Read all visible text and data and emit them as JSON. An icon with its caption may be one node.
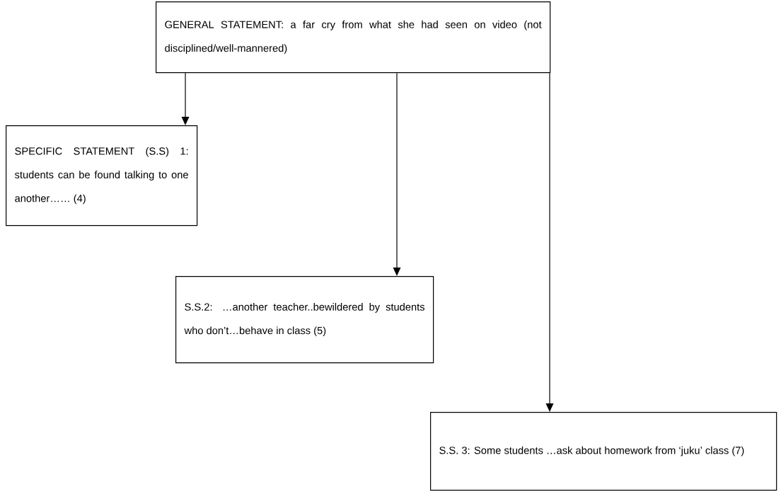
{
  "diagram": {
    "nodes": [
      {
        "text": [
          "GENERAL STATEMENT: a far cry from what she had seen on video (not disciplined/well-mannered)"
        ]
      },
      {
        "text": [
          "SPECIFIC STATEMENT (S.S) 1: students can be found talking to one another…… (4)"
        ]
      },
      {
        "text": [
          "S.S.2: …another teacher..bewildered by students who don’t…behave in class (5)"
        ]
      },
      {
        "text": [
          "S.S. 3: Some students …ask about homework from ‘juku’ class (7)"
        ]
      }
    ],
    "edges": [
      {
        "from": 0,
        "to": 1,
        "arrow": "to"
      },
      {
        "from": 0,
        "to": 2,
        "arrow": "to"
      },
      {
        "from": 0,
        "to": 3,
        "arrow": "to"
      }
    ]
  }
}
